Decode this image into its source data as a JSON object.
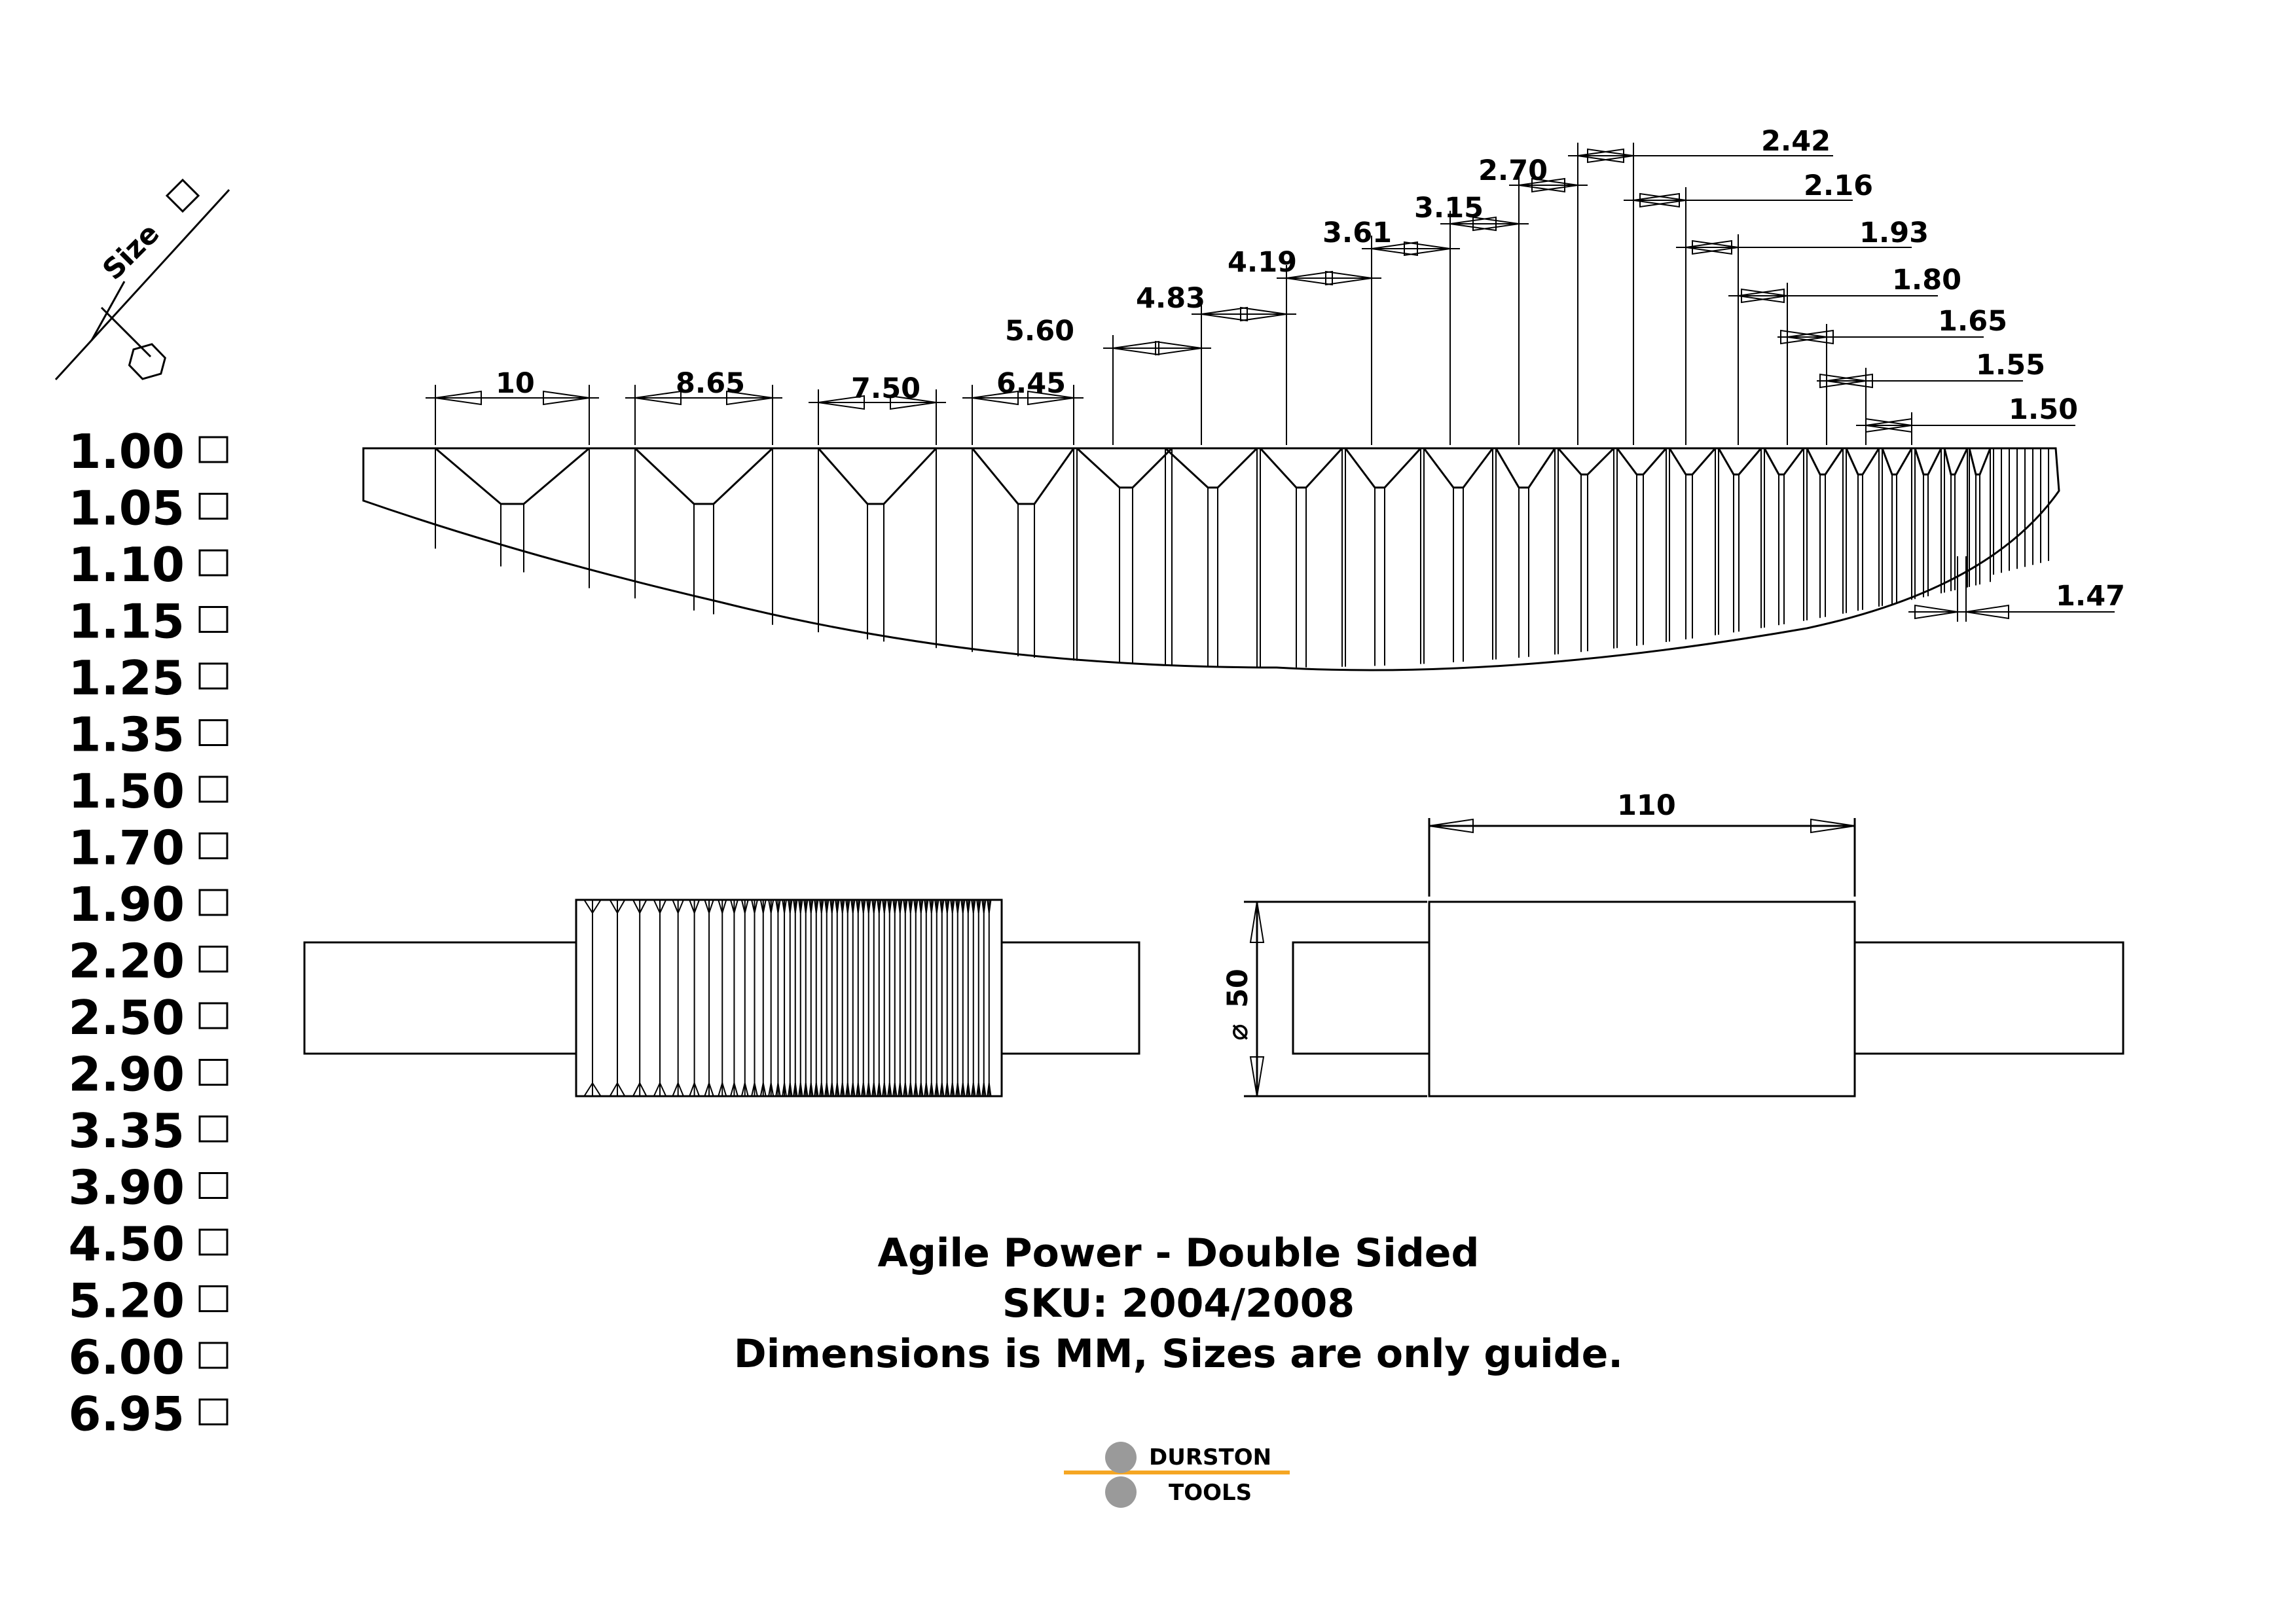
{
  "size_header": {
    "label": "Size",
    "square_symbol": "square-icon",
    "hex_symbol": "hexagon-icon"
  },
  "size_list": [
    "1.00",
    "1.05",
    "1.10",
    "1.15",
    "1.25",
    "1.35",
    "1.50",
    "1.70",
    "1.90",
    "2.20",
    "2.50",
    "2.90",
    "3.35",
    "3.90",
    "4.50",
    "5.20",
    "6.00",
    "6.95"
  ],
  "profile_dimensions": [
    "10",
    "8.65",
    "7.50",
    "6.45",
    "5.60",
    "4.83",
    "4.19",
    "3.61",
    "3.15",
    "2.70",
    "2.42",
    "2.16",
    "1.93",
    "1.80",
    "1.65",
    "1.55",
    "1.50",
    "1.47"
  ],
  "roller_dimensions": {
    "length": "110",
    "diameter": "50",
    "diameter_symbol": "⌀"
  },
  "title": {
    "line1": "Agile Power - Double Sided",
    "line2": "SKU: 2004/2008",
    "line3": "Dimensions is MM, Sizes are only guide."
  },
  "logo": {
    "line1": "DURSTON",
    "line2": "TOOLS",
    "accent_color": "#f5a623",
    "circle_color": "#9a9a9a"
  }
}
